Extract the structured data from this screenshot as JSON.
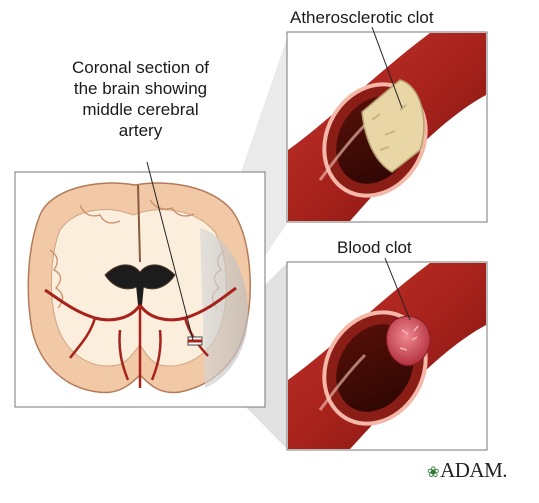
{
  "labels": {
    "coronal": [
      "Coronal section of",
      "the brain showing",
      "middle cerebral",
      "artery"
    ],
    "atherosclerotic": "Atherosclerotic clot",
    "blood_clot": "Blood clot"
  },
  "logo": {
    "mark": "❀",
    "text": "ADAM."
  },
  "colors": {
    "artery": "#a8221c",
    "artery_dark": "#6e0f0c",
    "brain_matter": "#f1c9a7",
    "white_matter": "#fbeedd",
    "plaque": "#e8d6a6",
    "clot": "#cf4a55",
    "panel_border": "#777777"
  }
}
